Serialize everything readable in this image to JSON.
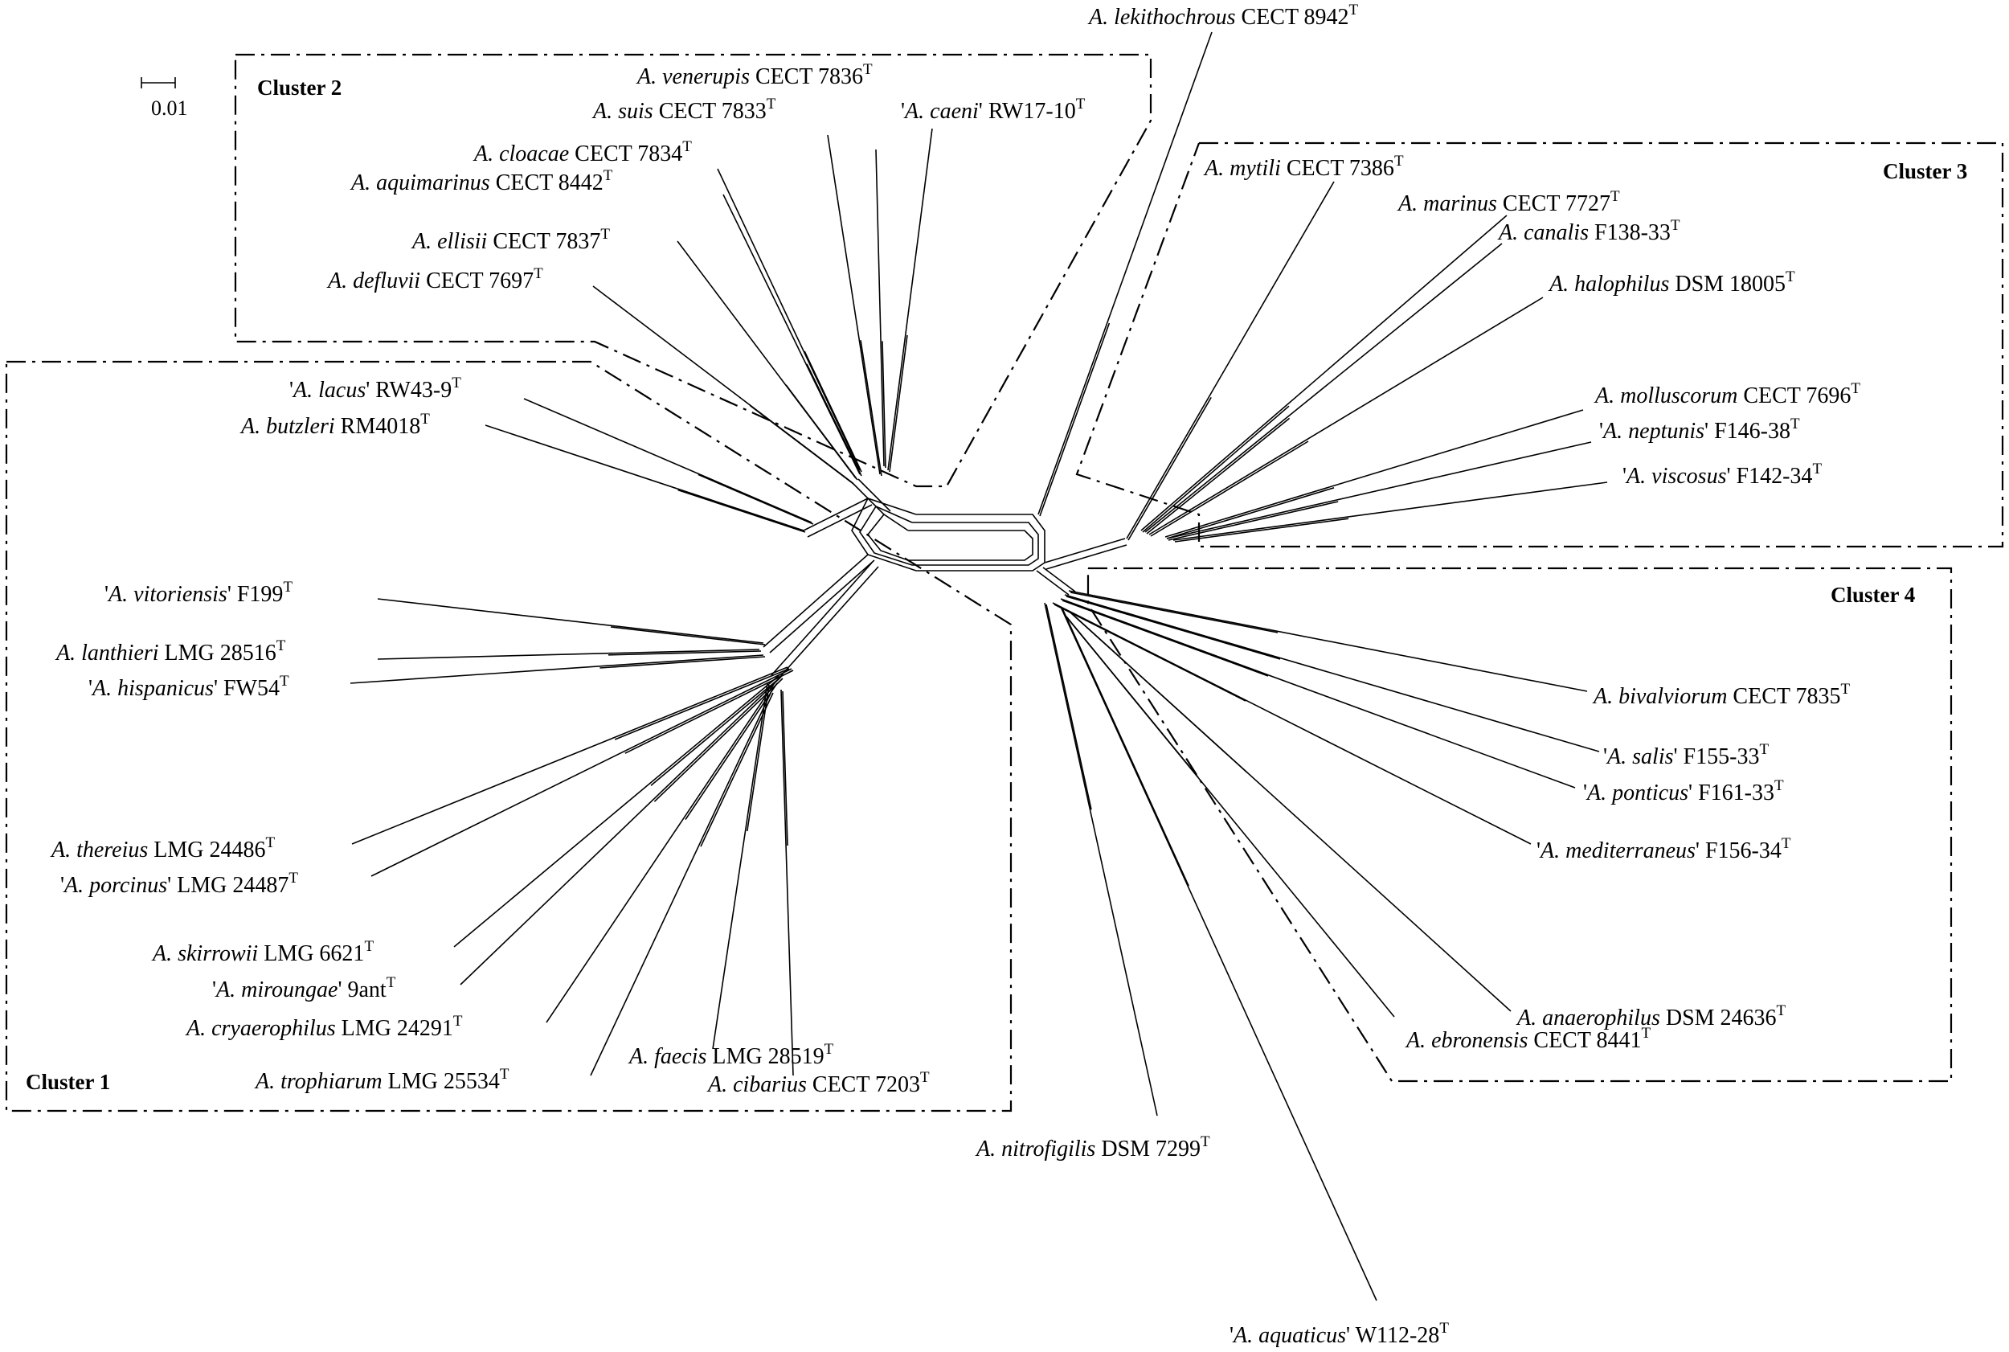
{
  "scale_bar": {
    "label": "0.01"
  },
  "clusters": [
    {
      "label": "Cluster 1"
    },
    {
      "label": "Cluster 2"
    },
    {
      "label": "Cluster 3"
    },
    {
      "label": "Cluster 4"
    }
  ],
  "taxa": [
    {
      "id": "lekithochrous",
      "prefix": "",
      "genus": "A. lekithochrous",
      "suffix": " CECT 8942"
    },
    {
      "id": "venerupis",
      "prefix": "",
      "genus": "A. venerupis",
      "suffix": " CECT 7836"
    },
    {
      "id": "suis",
      "prefix": "",
      "genus": "A. suis",
      "suffix": " CECT 7833"
    },
    {
      "id": "caeni",
      "prefix": "'",
      "genus": "A. caeni",
      "suffix": "' RW17-10"
    },
    {
      "id": "cloacae",
      "prefix": "",
      "genus": "A. cloacae",
      "suffix": " CECT 7834"
    },
    {
      "id": "aquimarinus",
      "prefix": "",
      "genus": "A. aquimarinus",
      "suffix": " CECT 8442"
    },
    {
      "id": "ellisii",
      "prefix": "",
      "genus": "A. ellisii",
      "suffix": " CECT 7837"
    },
    {
      "id": "defluvii",
      "prefix": "",
      "genus": "A. defluvii",
      "suffix": " CECT 7697"
    },
    {
      "id": "lacus",
      "prefix": "'",
      "genus": "A. lacus",
      "suffix": "' RW43-9"
    },
    {
      "id": "butzleri",
      "prefix": "",
      "genus": "A. butzleri",
      "suffix": " RM4018"
    },
    {
      "id": "vitoriensis",
      "prefix": "'",
      "genus": "A. vitoriensis",
      "suffix": "' F199"
    },
    {
      "id": "lanthieri",
      "prefix": "",
      "genus": "A. lanthieri",
      "suffix": " LMG 28516"
    },
    {
      "id": "hispanicus",
      "prefix": "'",
      "genus": "A. hispanicus",
      "suffix": "' FW54"
    },
    {
      "id": "thereius",
      "prefix": "",
      "genus": "A. thereius",
      "suffix": " LMG 24486"
    },
    {
      "id": "porcinus",
      "prefix": "'",
      "genus": "A. porcinus",
      "suffix": "' LMG 24487"
    },
    {
      "id": "skirrowii",
      "prefix": "",
      "genus": "A. skirrowii",
      "suffix": " LMG 6621"
    },
    {
      "id": "miroungae",
      "prefix": "'",
      "genus": "A. miroungae",
      "suffix": "' 9ant"
    },
    {
      "id": "cryaerophilus",
      "prefix": "",
      "genus": "A. cryaerophilus",
      "suffix": " LMG 24291"
    },
    {
      "id": "trophiarum",
      "prefix": "",
      "genus": "A. trophiarum",
      "suffix": " LMG 25534"
    },
    {
      "id": "faecis",
      "prefix": "",
      "genus": "A. faecis",
      "suffix": " LMG 28519"
    },
    {
      "id": "cibarius",
      "prefix": "",
      "genus": "A. cibarius",
      "suffix": " CECT 7203"
    },
    {
      "id": "mytili",
      "prefix": "",
      "genus": "A. mytili",
      "suffix": " CECT 7386"
    },
    {
      "id": "marinus",
      "prefix": "",
      "genus": "A. marinus",
      "suffix": " CECT 7727"
    },
    {
      "id": "canalis",
      "prefix": "",
      "genus": "A. canalis",
      "suffix": "  F138-33"
    },
    {
      "id": "halophilus",
      "prefix": "",
      "genus": "A. halophilus",
      "suffix": " DSM 18005"
    },
    {
      "id": "molluscorum",
      "prefix": "",
      "genus": "A. molluscorum",
      "suffix": " CECT 7696"
    },
    {
      "id": "neptunis",
      "prefix": "'",
      "genus": "A. neptunis",
      "suffix": "' F146-38"
    },
    {
      "id": "viscosus",
      "prefix": "'",
      "genus": "A. viscosus",
      "suffix": "' F142-34"
    },
    {
      "id": "bivalviorum",
      "prefix": "",
      "genus": "A. bivalviorum",
      "suffix": " CECT 7835"
    },
    {
      "id": "salis",
      "prefix": "'",
      "genus": "A. salis",
      "suffix": "' F155-33"
    },
    {
      "id": "ponticus",
      "prefix": "'",
      "genus": "A. ponticus",
      "suffix": "' F161-33"
    },
    {
      "id": "mediterraneus",
      "prefix": "'",
      "genus": "A. mediterraneus",
      "suffix": "' F156-34"
    },
    {
      "id": "anaerophilus",
      "prefix": "",
      "genus": "A. anaerophilus",
      "suffix": " DSM 24636"
    },
    {
      "id": "ebronensis",
      "prefix": "",
      "genus": "A. ebronensis",
      "suffix": " CECT 8441"
    },
    {
      "id": "nitrofigilis",
      "prefix": "",
      "genus": "A. nitrofigilis",
      "suffix": " DSM 7299"
    },
    {
      "id": "aquaticus",
      "prefix": "'",
      "genus": "A. aquaticus",
      "suffix": "' W112-28"
    }
  ],
  "type_strain_mark": "T"
}
